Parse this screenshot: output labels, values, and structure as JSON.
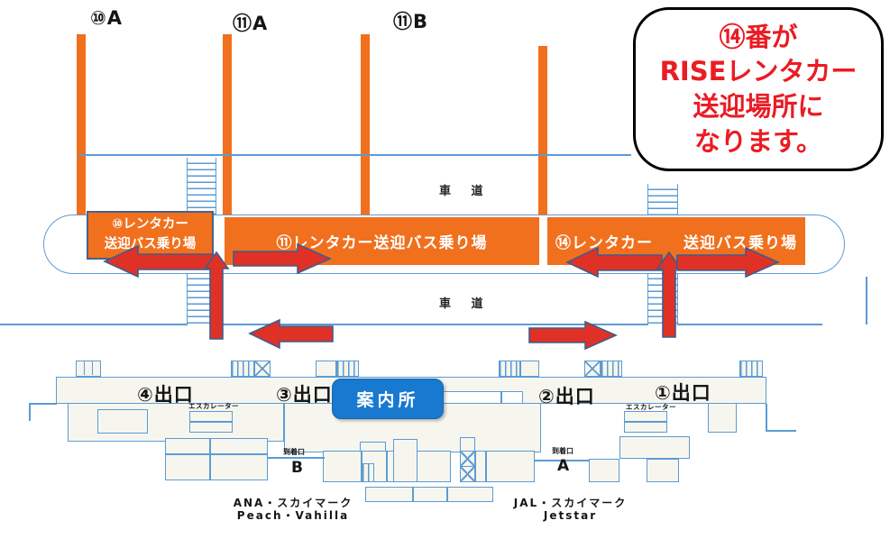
{
  "colors": {
    "orange": "#f1701e",
    "arrow_red": "#e03127",
    "line_blue": "#5b9bd5",
    "info_blue": "#1779cf",
    "building_fill": "#f7f6ee",
    "bubble_text_red": "#ea1c24"
  },
  "stop_markers": [
    {
      "label": "⑩A"
    },
    {
      "label": "⑪A"
    },
    {
      "label": "⑪B"
    }
  ],
  "bubble": {
    "lines": [
      "⑭番が",
      "RISEレンタカー",
      "送迎場所に",
      "なります。"
    ]
  },
  "roads": {
    "upper_label": "車 道",
    "lower_label": "車 道"
  },
  "bus_stops": {
    "stop10": {
      "line1": "⑩レンタカー",
      "line2": "送迎バス乗り場"
    },
    "stop11": {
      "label": "⑪レンタカー送迎バス乗り場"
    },
    "stop14": {
      "left": "⑭レンタカー",
      "right": "送迎バス乗り場"
    }
  },
  "terminal": {
    "exit4": "④出口",
    "exit3": "③出口",
    "exit2": "②出口",
    "exit1": "①出口",
    "info_desk": "案内所",
    "escalator_left": "エスカレーター",
    "escalator_right": "エスカレーター",
    "arrival_left": {
      "label": "到着口",
      "letter": "B"
    },
    "arrival_right": {
      "label": "到着口",
      "letter": "A"
    },
    "airlines_left": {
      "line1": "ANA・スカイマーク",
      "line2": "Peach・Vahilla"
    },
    "airlines_right": {
      "line1": "JAL・スカイマーク",
      "line2": "Jetstar"
    }
  }
}
